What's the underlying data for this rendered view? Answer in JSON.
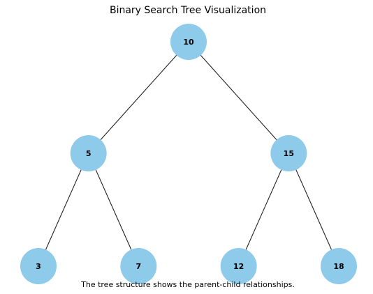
{
  "title": "Binary Search Tree Visualization",
  "caption": "The tree structure shows the parent-child relationships.",
  "style": {
    "node_color": "#8ecae9",
    "edge_color": "#222222"
  },
  "tree": {
    "nodes": [
      {
        "id": "n10",
        "label": "10",
        "depth": 0
      },
      {
        "id": "n5",
        "label": "5",
        "depth": 1,
        "parent": "n10"
      },
      {
        "id": "n15",
        "label": "15",
        "depth": 1,
        "parent": "n10"
      },
      {
        "id": "n3",
        "label": "3",
        "depth": 2,
        "parent": "n5"
      },
      {
        "id": "n7",
        "label": "7",
        "depth": 2,
        "parent": "n5"
      },
      {
        "id": "n12",
        "label": "12",
        "depth": 2,
        "parent": "n15"
      },
      {
        "id": "n18",
        "label": "18",
        "depth": 2,
        "parent": "n15"
      }
    ],
    "edges": [
      {
        "from": "n10",
        "to": "n5"
      },
      {
        "from": "n10",
        "to": "n15"
      },
      {
        "from": "n5",
        "to": "n3"
      },
      {
        "from": "n5",
        "to": "n7"
      },
      {
        "from": "n15",
        "to": "n12"
      },
      {
        "from": "n15",
        "to": "n18"
      }
    ]
  }
}
